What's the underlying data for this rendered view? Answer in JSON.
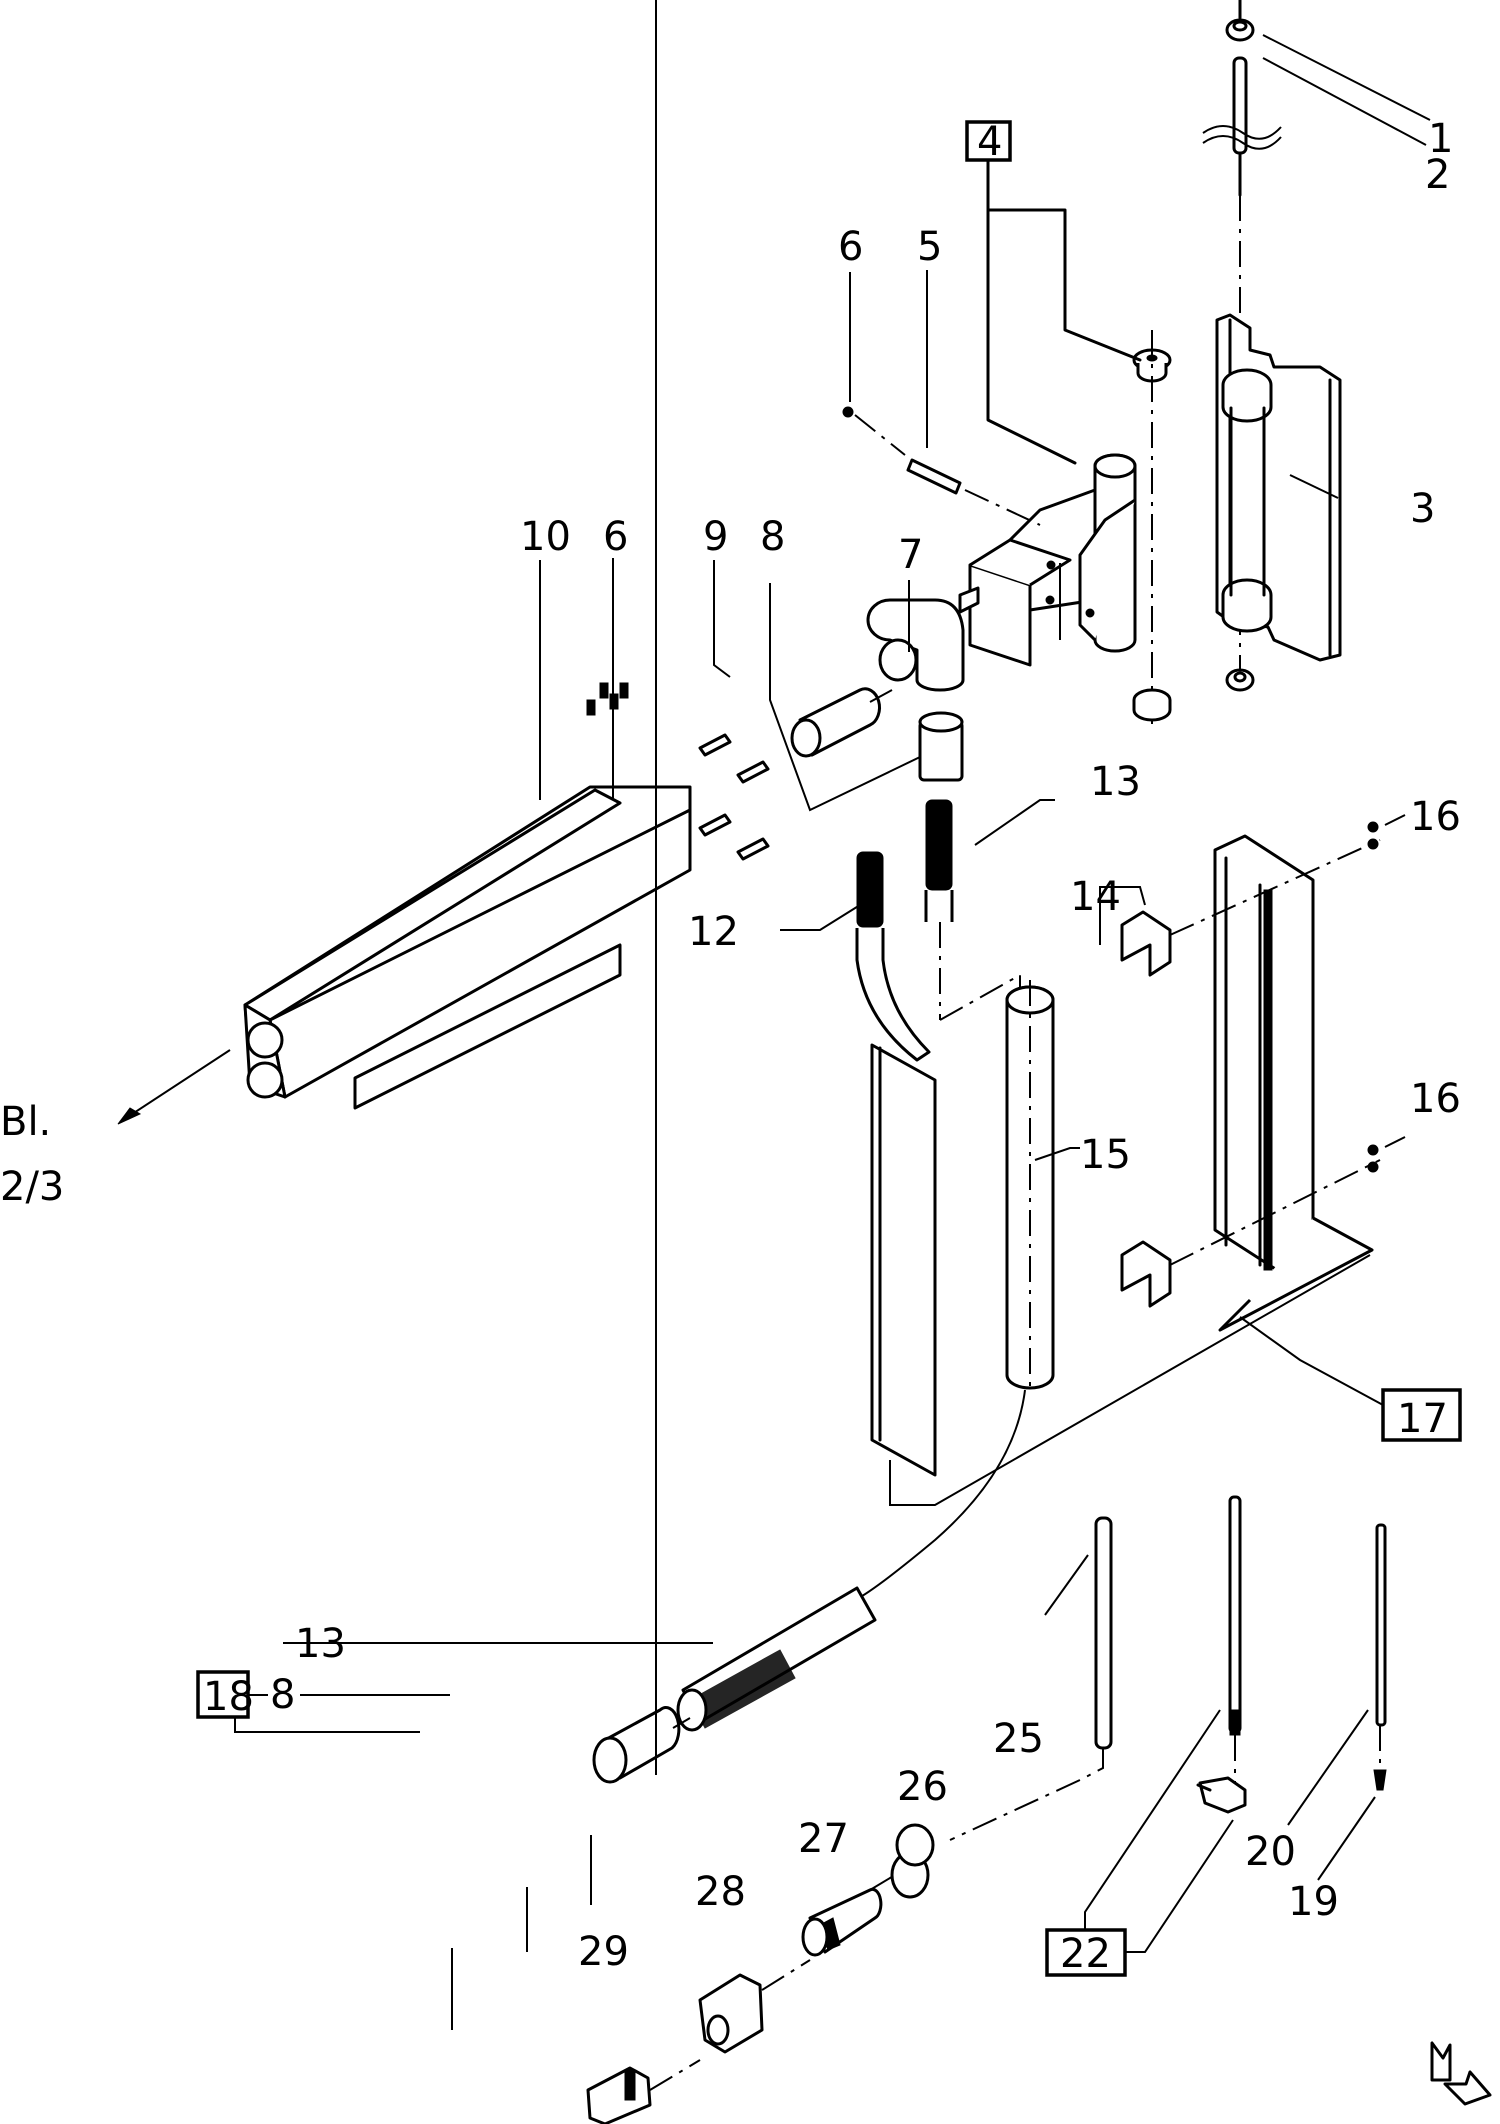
{
  "diagram": {
    "type": "exploded-parts-view",
    "line_color": "#000000",
    "background": "#ffffff",
    "callouts": [
      {
        "id": "c1",
        "text": "1"
      },
      {
        "id": "c2",
        "text": "2"
      },
      {
        "id": "c3",
        "text": "3"
      },
      {
        "id": "c4",
        "text": "4",
        "boxed": true
      },
      {
        "id": "c5",
        "text": "5"
      },
      {
        "id": "c6a",
        "text": "6"
      },
      {
        "id": "c6b",
        "text": "6"
      },
      {
        "id": "c7",
        "text": "7"
      },
      {
        "id": "c8a",
        "text": "8"
      },
      {
        "id": "c8b",
        "text": "8"
      },
      {
        "id": "c9",
        "text": "9"
      },
      {
        "id": "c10",
        "text": "10"
      },
      {
        "id": "c12",
        "text": "12"
      },
      {
        "id": "c13a",
        "text": "13"
      },
      {
        "id": "c13b",
        "text": "13"
      },
      {
        "id": "c14",
        "text": "14"
      },
      {
        "id": "c15",
        "text": "15"
      },
      {
        "id": "c16a",
        "text": "16"
      },
      {
        "id": "c16b",
        "text": "16"
      },
      {
        "id": "c17",
        "text": "17",
        "boxed": true
      },
      {
        "id": "c18",
        "text": "18",
        "boxed": true
      },
      {
        "id": "c19",
        "text": "19"
      },
      {
        "id": "c20",
        "text": "20"
      },
      {
        "id": "c22",
        "text": "22",
        "boxed": true
      },
      {
        "id": "c25",
        "text": "25"
      },
      {
        "id": "c26",
        "text": "26"
      },
      {
        "id": "c27",
        "text": "27"
      },
      {
        "id": "c28",
        "text": "28"
      },
      {
        "id": "c29",
        "text": "29"
      }
    ],
    "sheet_reference": {
      "line1": "Bl.",
      "line2": "2/3"
    },
    "continuation_icon": "page-turn-arrow-icon"
  }
}
